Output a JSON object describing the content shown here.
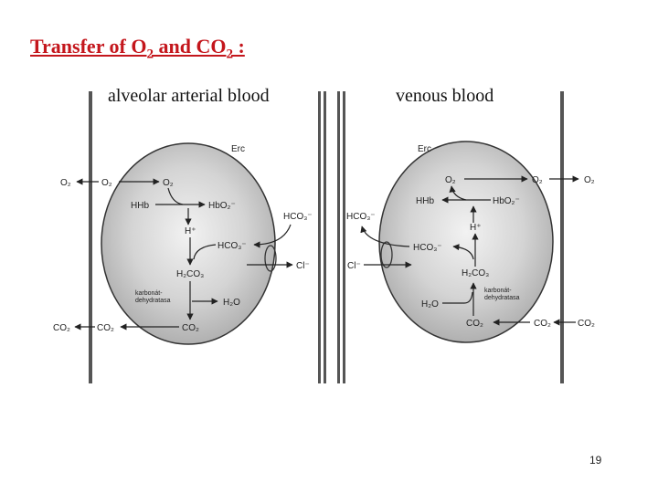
{
  "title": {
    "prefix": "Transfer of  O",
    "o2_sub": "2",
    "mid": " and  CO",
    "co2_sub": "2",
    "suffix": " :"
  },
  "captions": {
    "left": "alveolar arterial blood",
    "right": "venous blood"
  },
  "left_panel": {
    "erc": "Erc",
    "o2_out": "O₂",
    "o2_in": "O₂",
    "o2_top": "O₂",
    "hhb": "HHb",
    "hbo2": "HbO₂⁻",
    "hplus": "H⁺",
    "hco3_in": "HCO₃⁻",
    "hco3_out": "HCO₃⁻",
    "cl": "Cl⁻",
    "h2co3": "H₂CO₃",
    "enzyme_line1": "karbonát-",
    "enzyme_line2": "dehydratasa",
    "h2o": "H₂O",
    "co2_out": "CO₂",
    "co2_in": "CO₂",
    "co2_mid": "CO₂"
  },
  "right_panel": {
    "erc": "Erc",
    "hhb": "HHb",
    "hbo2": "HbO₂⁻",
    "o2_in": "O₂",
    "o2_out": "O₂",
    "hplus": "H⁺",
    "hco3_out": "HCO₃⁻",
    "hco3_in": "HCO₃⁻",
    "cl": "Cl⁻",
    "h2co3": "H₂CO₃",
    "enzyme_line1": "karbonát-",
    "enzyme_line2": "dehydratasa",
    "h2o": "H₂O",
    "co2_mid": "CO₂",
    "co2_in": "CO₂",
    "co2_out": "CO₂"
  },
  "slide_number": "19"
}
